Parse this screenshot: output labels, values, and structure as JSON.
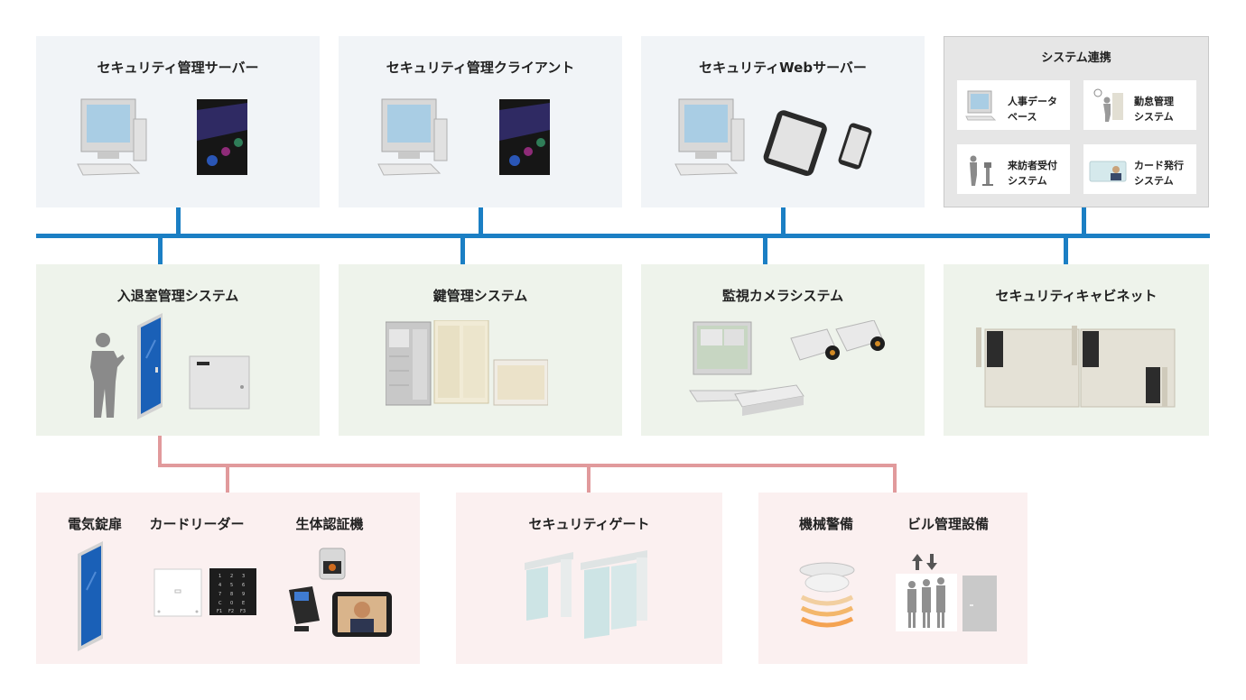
{
  "top": {
    "security_server": "セキュリティ管理サーバー",
    "security_client": "セキュリティ管理クライアント",
    "web_server": "セキュリティWebサーバー",
    "integration": {
      "title": "システム連携",
      "items": [
        "人事データ\nベース",
        "勤怠管理\nシステム",
        "来訪者受付\nシステム",
        "カード発行\nシステム"
      ]
    }
  },
  "middle": {
    "access_control": "入退室管理システム",
    "key_management": "鍵管理システム",
    "camera": "監視カメラシステム",
    "cabinet": "セキュリティキャビネット"
  },
  "bottom": {
    "electric_lock": "電気錠扉",
    "card_reader": "カードリーダー",
    "biometric": "生体認証機",
    "gate": "セキュリティゲート",
    "machine_guard": "機械警備",
    "building": "ビル管理設備",
    "keypad_keys": [
      "1",
      "2",
      "3",
      "4",
      "5",
      "6",
      "7",
      "8",
      "9",
      "C",
      "0",
      "E",
      "F1",
      "F2",
      "F3"
    ]
  },
  "colors": {
    "network_line": "#1b7fc4",
    "sub_line": "#e19a9c",
    "top_bg": "#f1f4f7",
    "middle_bg": "#eef3eb",
    "bottom_bg": "#fbf0f0"
  }
}
